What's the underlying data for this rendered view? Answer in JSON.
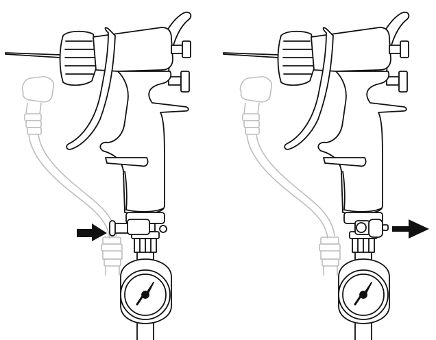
{
  "figure": {
    "panels": [
      {
        "state": "pressed",
        "arrow_direction": "in"
      },
      {
        "state": "released",
        "arrow_direction": "out"
      }
    ]
  },
  "colors": {
    "background": "#ffffff",
    "line": "#111111",
    "faded_line": "#bdbdbd",
    "arrow": "#111111"
  },
  "icons": {
    "spray_gun": "spray-gun-icon",
    "pressure_gauge": "pressure-gauge-icon",
    "air_hose": "air-hose-icon",
    "arrow_in": "arrow-right-icon",
    "arrow_out": "arrow-right-icon"
  }
}
